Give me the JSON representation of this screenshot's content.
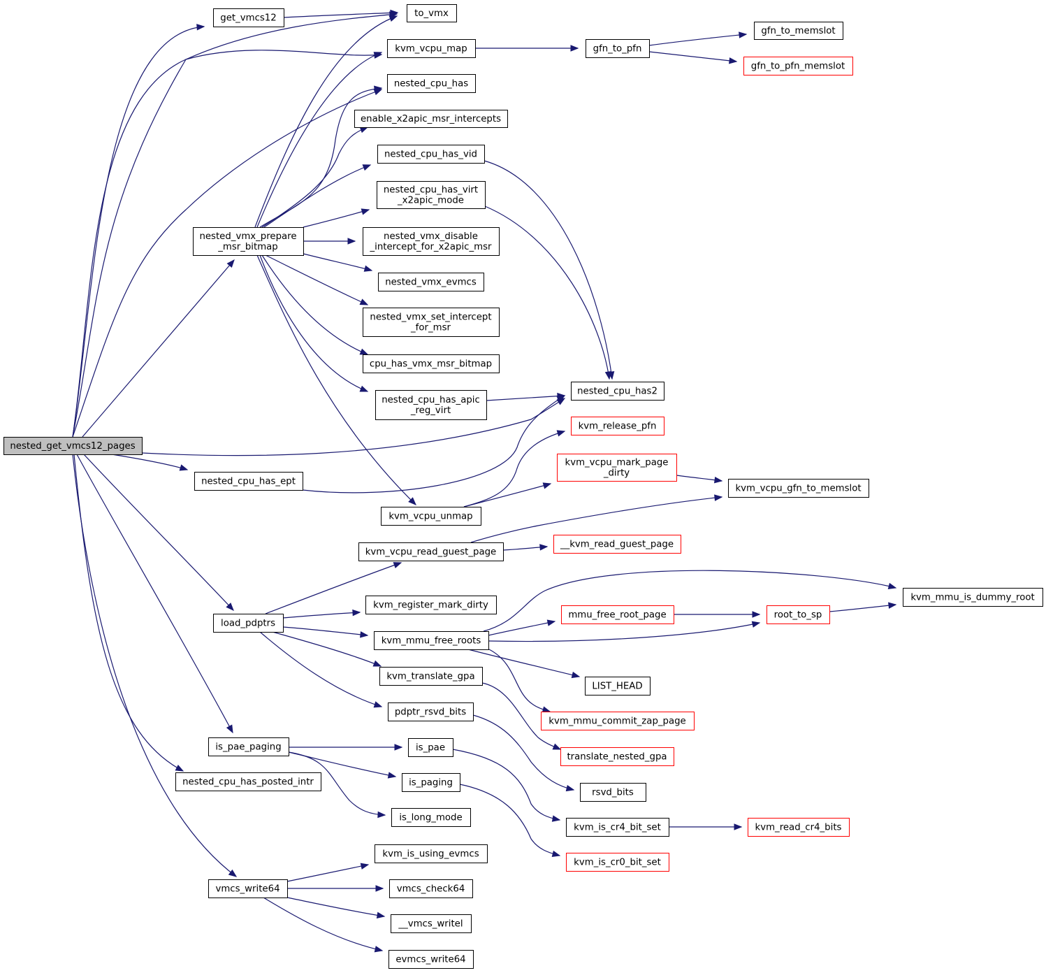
{
  "colors": {
    "edge": "#191970",
    "node_border": "#000000",
    "node_border_truncated": "#ff0000",
    "node_fill": "#ffffff",
    "root_fill": "#bfbfbf"
  },
  "root": "nested_get_vmcs12_pages",
  "nodes": [
    {
      "id": "root",
      "lines": [
        "nested_get_vmcs12_pages"
      ],
      "root": true
    },
    {
      "id": "get_vmcs12",
      "lines": [
        "get_vmcs12"
      ]
    },
    {
      "id": "to_vmx",
      "lines": [
        "to_vmx"
      ]
    },
    {
      "id": "kvm_vcpu_map",
      "lines": [
        "kvm_vcpu_map"
      ]
    },
    {
      "id": "gfn_to_pfn",
      "lines": [
        "gfn_to_pfn"
      ]
    },
    {
      "id": "gfn_to_memslot",
      "lines": [
        "gfn_to_memslot"
      ]
    },
    {
      "id": "gfn_to_pfn_memslot",
      "lines": [
        "gfn_to_pfn_memslot"
      ],
      "truncated": true
    },
    {
      "id": "nested_cpu_has",
      "lines": [
        "nested_cpu_has"
      ]
    },
    {
      "id": "enable_x2apic",
      "lines": [
        "enable_x2apic_msr_intercepts"
      ]
    },
    {
      "id": "nested_cpu_has_vid",
      "lines": [
        "nested_cpu_has_vid"
      ]
    },
    {
      "id": "nested_cpu_has_virt",
      "lines": [
        "nested_cpu_has_virt",
        "_x2apic_mode"
      ]
    },
    {
      "id": "prepare_msr_bitmap",
      "lines": [
        "nested_vmx_prepare",
        "_msr_bitmap"
      ]
    },
    {
      "id": "disable_intercept",
      "lines": [
        "nested_vmx_disable",
        "_intercept_for_x2apic_msr"
      ]
    },
    {
      "id": "nested_vmx_evmcs",
      "lines": [
        "nested_vmx_evmcs"
      ]
    },
    {
      "id": "set_intercept",
      "lines": [
        "nested_vmx_set_intercept",
        "_for_msr"
      ]
    },
    {
      "id": "cpu_has_vmx_msr_bitmap",
      "lines": [
        "cpu_has_vmx_msr_bitmap"
      ]
    },
    {
      "id": "apic_reg_virt",
      "lines": [
        "nested_cpu_has_apic",
        "_reg_virt"
      ]
    },
    {
      "id": "nested_cpu_has2",
      "lines": [
        "nested_cpu_has2"
      ]
    },
    {
      "id": "kvm_release_pfn",
      "lines": [
        "kvm_release_pfn"
      ],
      "truncated": true
    },
    {
      "id": "mark_page_dirty",
      "lines": [
        "kvm_vcpu_mark_page",
        "_dirty"
      ],
      "truncated": true
    },
    {
      "id": "nested_cpu_has_ept",
      "lines": [
        "nested_cpu_has_ept"
      ]
    },
    {
      "id": "gfn_to_memslot_vcpu",
      "lines": [
        "kvm_vcpu_gfn_to_memslot"
      ]
    },
    {
      "id": "kvm_vcpu_unmap",
      "lines": [
        "kvm_vcpu_unmap"
      ]
    },
    {
      "id": "read_guest_page",
      "lines": [
        "kvm_vcpu_read_guest_page"
      ]
    },
    {
      "id": "__kvm_read_guest_page",
      "lines": [
        "__kvm_read_guest_page"
      ],
      "truncated": true
    },
    {
      "id": "dummy_root",
      "lines": [
        "kvm_mmu_is_dummy_root"
      ]
    },
    {
      "id": "register_mark_dirty",
      "lines": [
        "kvm_register_mark_dirty"
      ]
    },
    {
      "id": "mmu_free_root_page",
      "lines": [
        "mmu_free_root_page"
      ],
      "truncated": true
    },
    {
      "id": "root_to_sp",
      "lines": [
        "root_to_sp"
      ],
      "truncated": true
    },
    {
      "id": "load_pdptrs",
      "lines": [
        "load_pdptrs"
      ]
    },
    {
      "id": "kvm_mmu_free_roots",
      "lines": [
        "kvm_mmu_free_roots"
      ]
    },
    {
      "id": "kvm_translate_gpa",
      "lines": [
        "kvm_translate_gpa"
      ]
    },
    {
      "id": "LIST_HEAD",
      "lines": [
        "LIST_HEAD"
      ]
    },
    {
      "id": "commit_zap_page",
      "lines": [
        "kvm_mmu_commit_zap_page"
      ],
      "truncated": true
    },
    {
      "id": "pdptr_rsvd_bits",
      "lines": [
        "pdptr_rsvd_bits"
      ]
    },
    {
      "id": "translate_nested_gpa",
      "lines": [
        "translate_nested_gpa"
      ],
      "truncated": true
    },
    {
      "id": "is_pae_paging",
      "lines": [
        "is_pae_paging"
      ]
    },
    {
      "id": "is_pae",
      "lines": [
        "is_pae"
      ]
    },
    {
      "id": "nested_cpu_has_posted_intr",
      "lines": [
        "nested_cpu_has_posted_intr"
      ]
    },
    {
      "id": "is_paging",
      "lines": [
        "is_paging"
      ]
    },
    {
      "id": "rsvd_bits",
      "lines": [
        "rsvd_bits"
      ]
    },
    {
      "id": "is_long_mode",
      "lines": [
        "is_long_mode"
      ]
    },
    {
      "id": "kvm_is_cr4_bit_set",
      "lines": [
        "kvm_is_cr4_bit_set"
      ]
    },
    {
      "id": "kvm_read_cr4_bits",
      "lines": [
        "kvm_read_cr4_bits"
      ],
      "truncated": true
    },
    {
      "id": "kvm_is_cr0_bit_set",
      "lines": [
        "kvm_is_cr0_bit_set"
      ],
      "truncated": true
    },
    {
      "id": "kvm_is_using_evmcs",
      "lines": [
        "kvm_is_using_evmcs"
      ]
    },
    {
      "id": "vmcs_write64",
      "lines": [
        "vmcs_write64"
      ]
    },
    {
      "id": "vmcs_check64",
      "lines": [
        "vmcs_check64"
      ]
    },
    {
      "id": "__vmcs_writel",
      "lines": [
        "__vmcs_writel"
      ]
    },
    {
      "id": "evmcs_write64",
      "lines": [
        "evmcs_write64"
      ]
    }
  ],
  "edges": [
    {
      "from": "root",
      "to": "get_vmcs12"
    },
    {
      "from": "root",
      "to": "to_vmx"
    },
    {
      "from": "root",
      "to": "kvm_vcpu_map"
    },
    {
      "from": "root",
      "to": "nested_cpu_has"
    },
    {
      "from": "root",
      "to": "prepare_msr_bitmap"
    },
    {
      "from": "root",
      "to": "nested_cpu_has2"
    },
    {
      "from": "root",
      "to": "nested_cpu_has_ept"
    },
    {
      "from": "root",
      "to": "load_pdptrs"
    },
    {
      "from": "root",
      "to": "is_pae_paging"
    },
    {
      "from": "root",
      "to": "nested_cpu_has_posted_intr"
    },
    {
      "from": "root",
      "to": "vmcs_write64"
    },
    {
      "from": "get_vmcs12",
      "to": "to_vmx"
    },
    {
      "from": "kvm_vcpu_map",
      "to": "gfn_to_pfn"
    },
    {
      "from": "gfn_to_pfn",
      "to": "gfn_to_memslot"
    },
    {
      "from": "gfn_to_pfn",
      "to": "gfn_to_pfn_memslot"
    },
    {
      "from": "prepare_msr_bitmap",
      "to": "to_vmx"
    },
    {
      "from": "prepare_msr_bitmap",
      "to": "kvm_vcpu_map"
    },
    {
      "from": "prepare_msr_bitmap",
      "to": "nested_cpu_has"
    },
    {
      "from": "prepare_msr_bitmap",
      "to": "enable_x2apic"
    },
    {
      "from": "prepare_msr_bitmap",
      "to": "nested_cpu_has_vid"
    },
    {
      "from": "prepare_msr_bitmap",
      "to": "nested_cpu_has_virt"
    },
    {
      "from": "prepare_msr_bitmap",
      "to": "disable_intercept"
    },
    {
      "from": "prepare_msr_bitmap",
      "to": "nested_vmx_evmcs"
    },
    {
      "from": "prepare_msr_bitmap",
      "to": "set_intercept"
    },
    {
      "from": "prepare_msr_bitmap",
      "to": "cpu_has_vmx_msr_bitmap"
    },
    {
      "from": "prepare_msr_bitmap",
      "to": "apic_reg_virt"
    },
    {
      "from": "prepare_msr_bitmap",
      "to": "kvm_vcpu_unmap"
    },
    {
      "from": "nested_cpu_has_vid",
      "to": "nested_cpu_has2"
    },
    {
      "from": "nested_cpu_has_virt",
      "to": "nested_cpu_has2"
    },
    {
      "from": "apic_reg_virt",
      "to": "nested_cpu_has2"
    },
    {
      "from": "nested_cpu_has_ept",
      "to": "nested_cpu_has2"
    },
    {
      "from": "kvm_vcpu_unmap",
      "to": "kvm_release_pfn"
    },
    {
      "from": "kvm_vcpu_unmap",
      "to": "mark_page_dirty"
    },
    {
      "from": "mark_page_dirty",
      "to": "gfn_to_memslot_vcpu"
    },
    {
      "from": "load_pdptrs",
      "to": "read_guest_page"
    },
    {
      "from": "load_pdptrs",
      "to": "register_mark_dirty"
    },
    {
      "from": "load_pdptrs",
      "to": "kvm_mmu_free_roots"
    },
    {
      "from": "load_pdptrs",
      "to": "kvm_translate_gpa"
    },
    {
      "from": "load_pdptrs",
      "to": "pdptr_rsvd_bits"
    },
    {
      "from": "read_guest_page",
      "to": "gfn_to_memslot_vcpu"
    },
    {
      "from": "read_guest_page",
      "to": "__kvm_read_guest_page"
    },
    {
      "from": "kvm_mmu_free_roots",
      "to": "dummy_root"
    },
    {
      "from": "kvm_mmu_free_roots",
      "to": "mmu_free_root_page"
    },
    {
      "from": "kvm_mmu_free_roots",
      "to": "root_to_sp"
    },
    {
      "from": "kvm_mmu_free_roots",
      "to": "LIST_HEAD"
    },
    {
      "from": "kvm_mmu_free_roots",
      "to": "commit_zap_page"
    },
    {
      "from": "mmu_free_root_page",
      "to": "root_to_sp"
    },
    {
      "from": "root_to_sp",
      "to": "dummy_root"
    },
    {
      "from": "kvm_translate_gpa",
      "to": "translate_nested_gpa"
    },
    {
      "from": "pdptr_rsvd_bits",
      "to": "rsvd_bits"
    },
    {
      "from": "is_pae_paging",
      "to": "is_pae"
    },
    {
      "from": "is_pae_paging",
      "to": "is_paging"
    },
    {
      "from": "is_pae_paging",
      "to": "is_long_mode"
    },
    {
      "from": "is_pae",
      "to": "kvm_is_cr4_bit_set"
    },
    {
      "from": "is_paging",
      "to": "kvm_is_cr0_bit_set"
    },
    {
      "from": "kvm_is_cr4_bit_set",
      "to": "kvm_read_cr4_bits"
    },
    {
      "from": "vmcs_write64",
      "to": "kvm_is_using_evmcs"
    },
    {
      "from": "vmcs_write64",
      "to": "vmcs_check64"
    },
    {
      "from": "vmcs_write64",
      "to": "__vmcs_writel"
    },
    {
      "from": "vmcs_write64",
      "to": "evmcs_write64"
    }
  ]
}
